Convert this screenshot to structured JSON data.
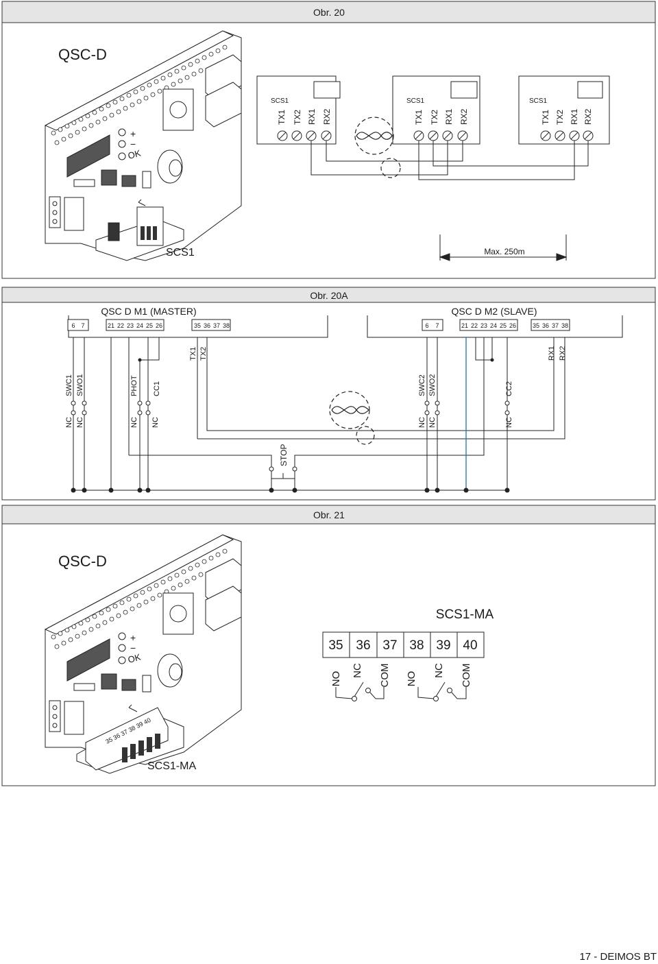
{
  "fig20": {
    "title": "Obr. 20",
    "board_label": "QSC-D",
    "module_label": "SCS1",
    "distance": "Max. 250m",
    "units": [
      {
        "name": "SCS1",
        "terminals": [
          "TX1",
          "TX2",
          "RX1",
          "RX2"
        ]
      },
      {
        "name": "SCS1",
        "terminals": [
          "TX1",
          "TX2",
          "RX1",
          "RX2"
        ]
      },
      {
        "name": "SCS1",
        "terminals": [
          "TX1",
          "TX2",
          "RX1",
          "RX2"
        ]
      }
    ]
  },
  "fig20a": {
    "title": "Obr. 20A",
    "master": {
      "title": "QSC D M1 (MASTER)",
      "terminals": [
        "6",
        "7",
        "21",
        "22",
        "23",
        "24",
        "25",
        "26",
        "35",
        "36",
        "37",
        "38"
      ]
    },
    "slave": {
      "title": "QSC D M2 (SLAVE)",
      "terminals": [
        "6",
        "7",
        "21",
        "22",
        "23",
        "24",
        "25",
        "26",
        "35",
        "36",
        "37",
        "38"
      ]
    },
    "master_signals": [
      "SWC1",
      "SWO1",
      "PHOT",
      "CC1",
      "TX1",
      "TX2"
    ],
    "slave_signals": [
      "SWC2",
      "SWO2",
      "CC2",
      "RX1",
      "RX2"
    ],
    "nc_label": "NC",
    "stop_label": "STOP"
  },
  "fig21": {
    "title": "Obr. 21",
    "board_label": "QSC-D",
    "module_title": "SCS1-MA",
    "module_label": "SCS1-MA",
    "terminals": [
      "35",
      "36",
      "37",
      "38",
      "39",
      "40"
    ],
    "contacts": [
      "NO",
      "NC",
      "COM",
      "NO",
      "NC",
      "COM"
    ],
    "module_numbers": "35 36 37 38 39 40"
  },
  "footer": "17 - DEIMOS BT"
}
